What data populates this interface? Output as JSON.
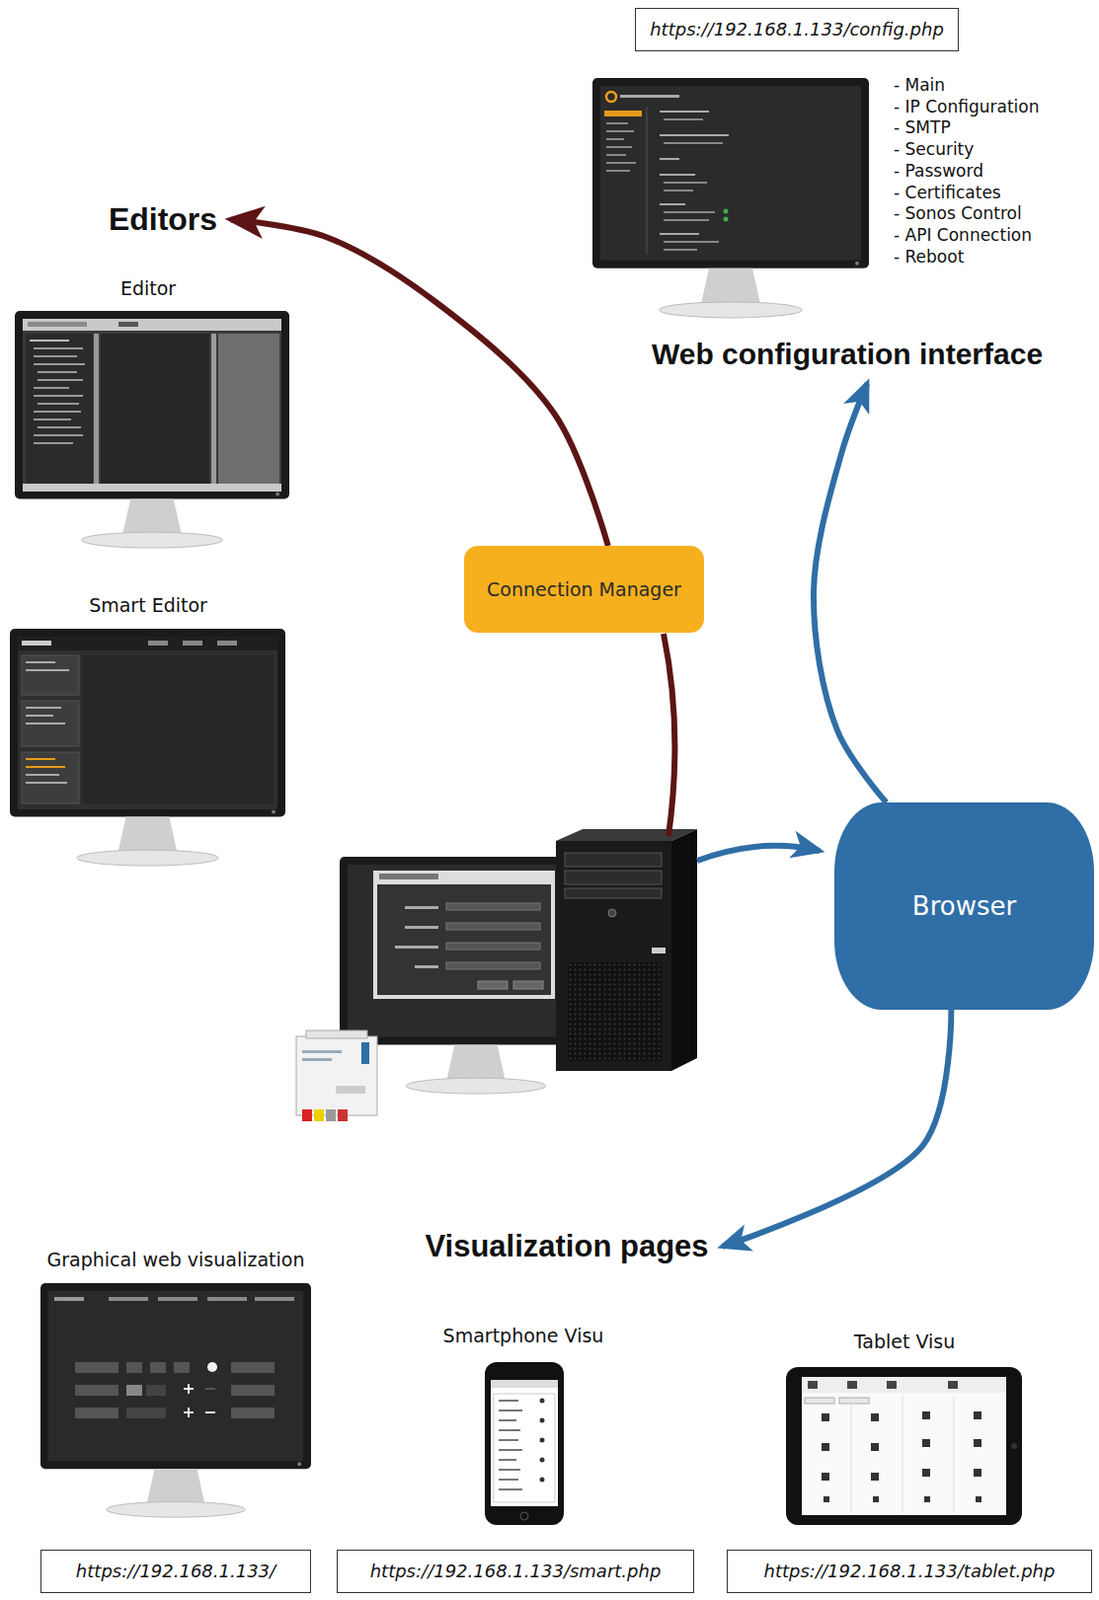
{
  "diagram": {
    "nodes": [
      {
        "text": [
          "https://192.168.1.133/config.php"
        ]
      },
      {
        "text": [
          "Web configuration interface"
        ]
      },
      {
        "text": [
          "Editors"
        ]
      },
      {
        "text": [
          "Connection Manager"
        ]
      },
      {
        "text": [
          "Browser"
        ]
      },
      {
        "text": [
          "Visualization pages"
        ]
      },
      {
        "text": [
          "https://192.168.1.133/"
        ]
      },
      {
        "text": [
          "https://192.168.1.133/smart.php"
        ]
      },
      {
        "text": [
          "https://192.168.1.133/tablet.php"
        ]
      }
    ],
    "edges": [
      {
        "from": 3,
        "to": 2,
        "arrow": "to"
      },
      {
        "from": 4,
        "to": 1,
        "arrow": "to"
      },
      {
        "from": 4,
        "to": 5,
        "arrow": "to"
      }
    ],
    "labels": [
      "- Main",
      "- IP Configuration",
      "- SMTP",
      "- Security",
      "- Password",
      "- Certificates",
      "- Sonos Control",
      "- API Connection",
      "- Reboot",
      "Editor",
      "Smart Editor",
      "Graphical web visualization",
      "Smartphone Visu",
      "Tablet Visu"
    ]
  }
}
